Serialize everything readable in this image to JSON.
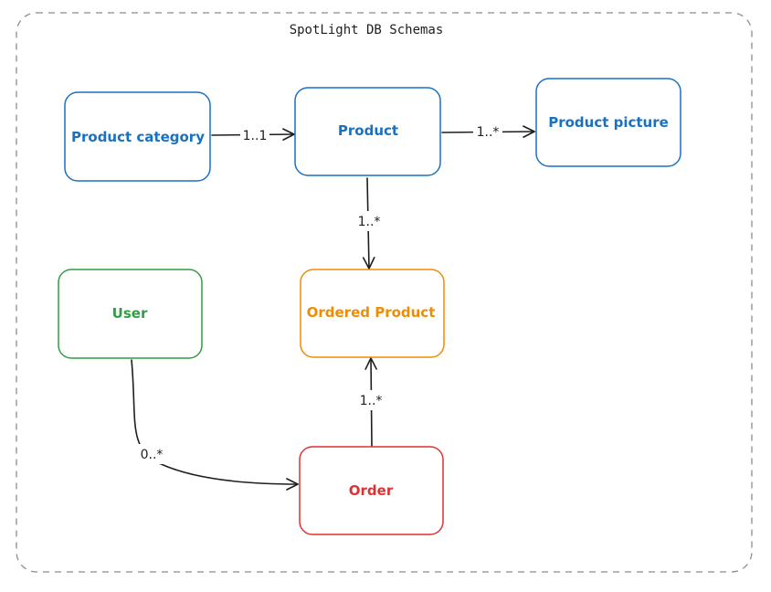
{
  "diagram": {
    "title": "SpotLight DB Schemas",
    "nodes": [
      {
        "id": "product-category",
        "label": "Product category",
        "color": "#1971c2"
      },
      {
        "id": "product",
        "label": "Product",
        "color": "#1971c2"
      },
      {
        "id": "product-picture",
        "label": "Product picture",
        "color": "#1971c2"
      },
      {
        "id": "user",
        "label": "User",
        "color": "#2f9e44"
      },
      {
        "id": "ordered-product",
        "label": "Ordered Product",
        "color": "#f08c00"
      },
      {
        "id": "order",
        "label": "Order",
        "color": "#e03131"
      }
    ],
    "edges": [
      {
        "id": "category-to-product",
        "from": "product-category",
        "to": "product",
        "label": "1..1"
      },
      {
        "id": "product-to-picture",
        "from": "product",
        "to": "product-picture",
        "label": "1..*"
      },
      {
        "id": "product-to-ordered-product",
        "from": "product",
        "to": "ordered-product",
        "label": "1..*"
      },
      {
        "id": "order-to-ordered-product",
        "from": "order",
        "to": "ordered-product",
        "label": "1..*"
      },
      {
        "id": "user-to-order",
        "from": "user",
        "to": "order",
        "label": "0..*"
      }
    ],
    "colors": {
      "frame": "#868e96",
      "edge": "#1e1e1e"
    }
  }
}
